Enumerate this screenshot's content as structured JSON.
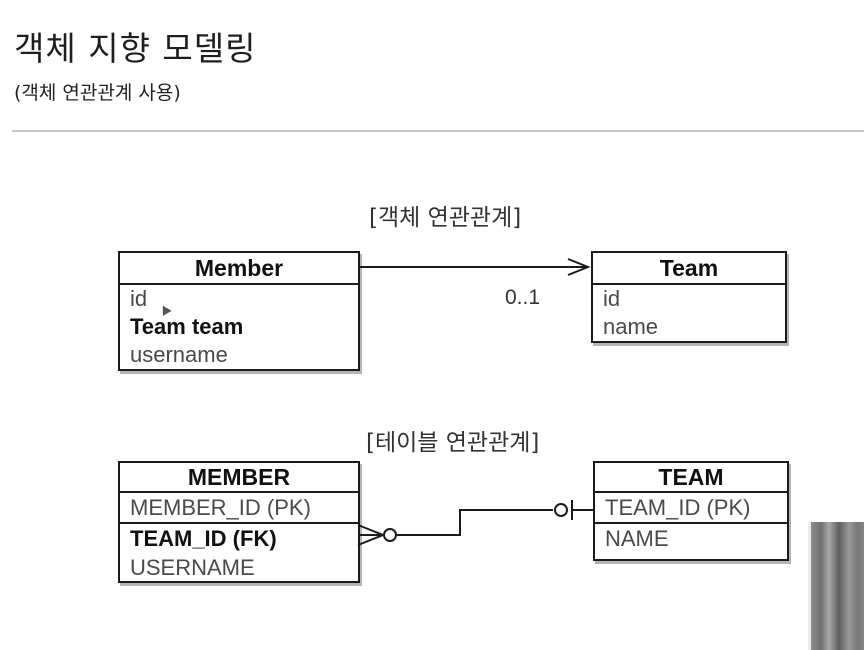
{
  "header": {
    "title": "객체 지향 모델링",
    "subtitle": "(객체 연관관계 사용)"
  },
  "object_model": {
    "label": "[객체 연관관계]",
    "member": {
      "name": "Member",
      "attributes": [
        "id",
        "Team team",
        "username"
      ]
    },
    "team": {
      "name": "Team",
      "attributes": [
        "id",
        "name"
      ]
    },
    "multiplicity": "0..1"
  },
  "table_model": {
    "label": "[테이블 연관관계]",
    "member": {
      "name": "MEMBER",
      "attributes": [
        "MEMBER_ID (PK)",
        "TEAM_ID (FK)",
        "USERNAME"
      ]
    },
    "team": {
      "name": "TEAM",
      "attributes": [
        "TEAM_ID (PK)",
        "NAME"
      ]
    }
  },
  "colors": {
    "line": "#1b1b1b",
    "shadow": "#b5b5b5",
    "divider": "#c8c8c8"
  }
}
